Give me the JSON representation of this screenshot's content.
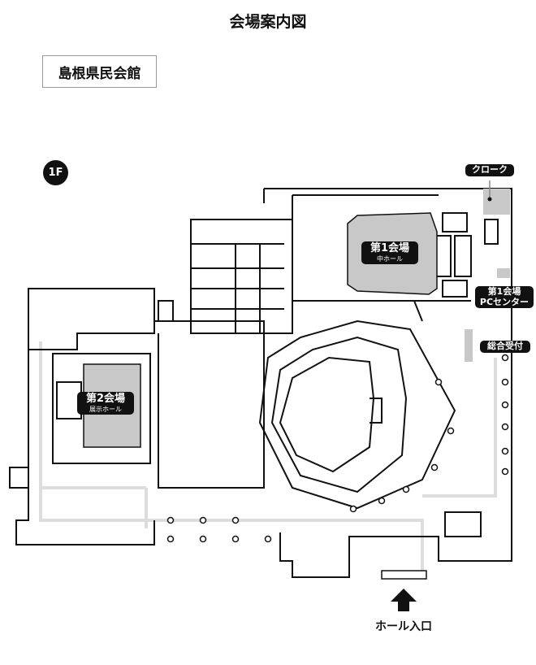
{
  "title": "会場案内図",
  "venue": "島根県民会館",
  "floor": "1F",
  "labels": {
    "hall1_main": "第1会場",
    "hall1_sub": "中ホール",
    "hall2_main": "第2会場",
    "hall2_sub": "展示ホール",
    "cloak": "クローク",
    "pc_center_line1": "第1会場",
    "pc_center_line2": "PCセンター",
    "reception": "総合受付",
    "entrance": "ホール入口"
  },
  "colors": {
    "room_fill": "#c8c8c8",
    "label_bg": "#111111",
    "walkway": "#dddddd"
  }
}
